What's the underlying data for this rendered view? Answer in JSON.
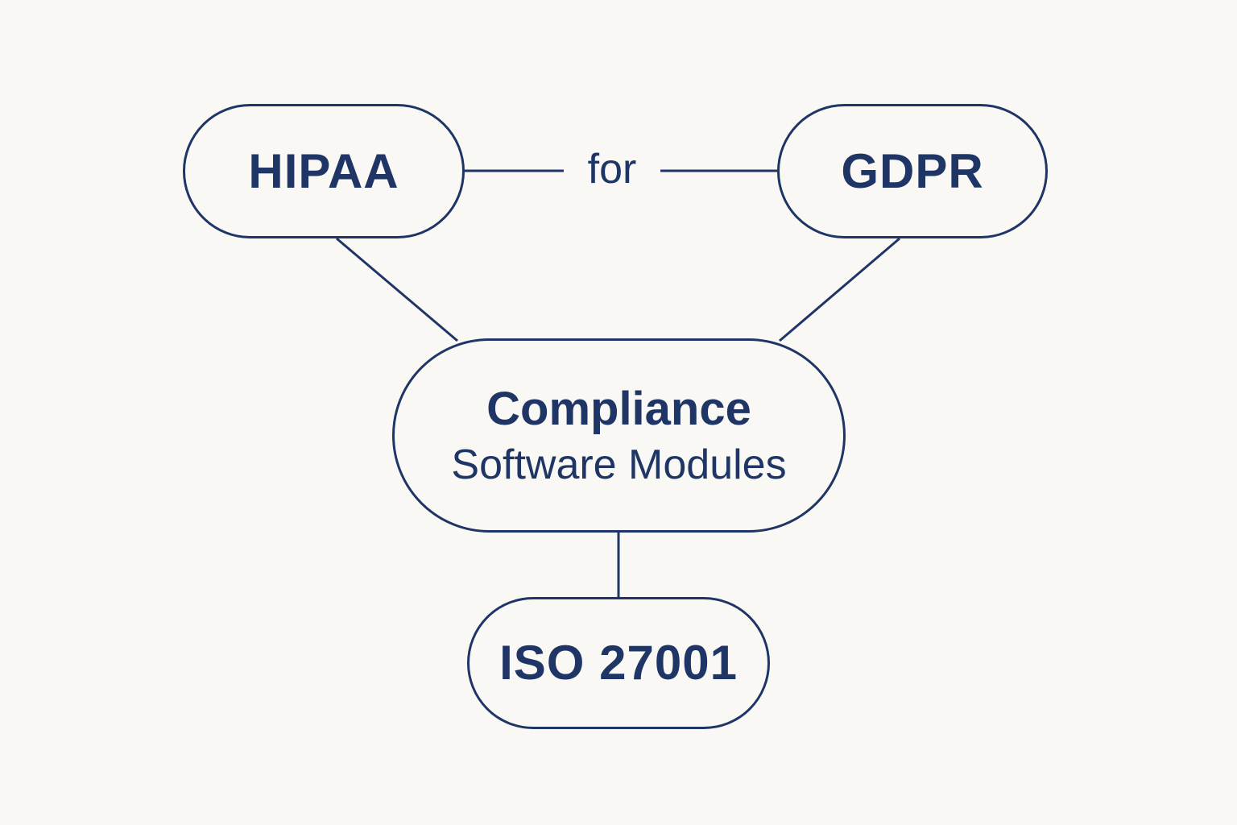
{
  "diagram": {
    "colors": {
      "background": "#f9f8f4",
      "stroke": "#1e3566",
      "text": "#1e3566"
    },
    "nodes": {
      "hipaa": {
        "label": "HIPAA"
      },
      "gdpr": {
        "label": "GDPR"
      },
      "compliance": {
        "line1": "Compliance",
        "line2": "Software Modules"
      },
      "iso": {
        "label": "ISO 27001"
      }
    },
    "edges": [
      {
        "from": "HIPAA",
        "to": "GDPR",
        "label": "for"
      },
      {
        "from": "HIPAA",
        "to": "Compliance Software Modules",
        "label": ""
      },
      {
        "from": "GDPR",
        "to": "Compliance Software Modules",
        "label": ""
      },
      {
        "from": "Compliance Software Modules",
        "to": "ISO 27001",
        "label": ""
      }
    ]
  }
}
